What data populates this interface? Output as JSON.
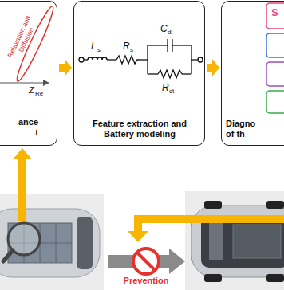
{
  "diagram": {
    "nodes": [
      {
        "text": [
          "ance t"
        ]
      },
      {
        "text": [
          "Feature extraction and Battery modeling"
        ]
      },
      {
        "text": [
          "Diagno of th"
        ]
      }
    ],
    "edges": [
      {
        "from": 0,
        "to": 1,
        "arrow": "to"
      },
      {
        "from": 1,
        "to": 2,
        "arrow": "to"
      }
    ],
    "labels": [
      "Z",
      "Re",
      "Relaxation and",
      "Diffusion",
      "L",
      "s",
      "R",
      "s",
      "C",
      "dl",
      "R",
      "ct",
      "S",
      "Prevention"
    ]
  }
}
